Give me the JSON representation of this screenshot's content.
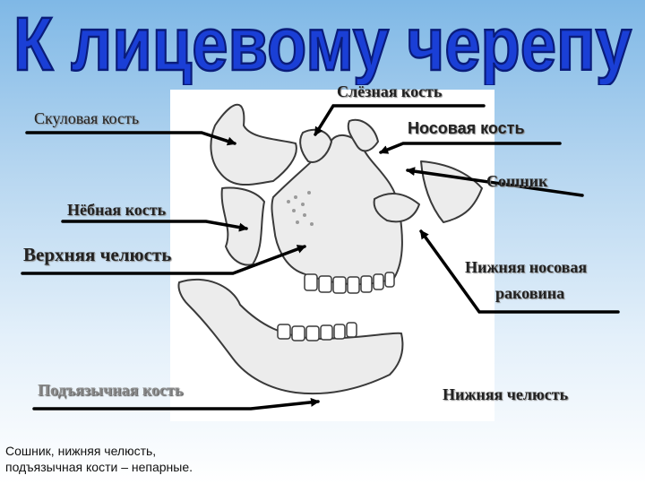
{
  "title": "К лицевому черепу",
  "labels": {
    "zygomatic": "Скуловая кость",
    "lacrimal": "Слёзная кость",
    "nasal": "Носовая кость",
    "vomer": "Сошник",
    "palatine": "Нёбная кость",
    "maxilla": "Верхняя челюсть",
    "inferior_concha_line1": "Нижняя носовая",
    "inferior_concha_line2": "раковина",
    "hyoid": "Подъязычная кость",
    "mandible": "Нижняя челюсть"
  },
  "note": {
    "line1": "Сошник, нижняя челюсть,",
    "line2": "подъязычная кости – непарные."
  },
  "colors": {
    "title_fill": "#1a3fd6",
    "title_stroke": "#0a1c7a",
    "arrow": "#000000"
  }
}
